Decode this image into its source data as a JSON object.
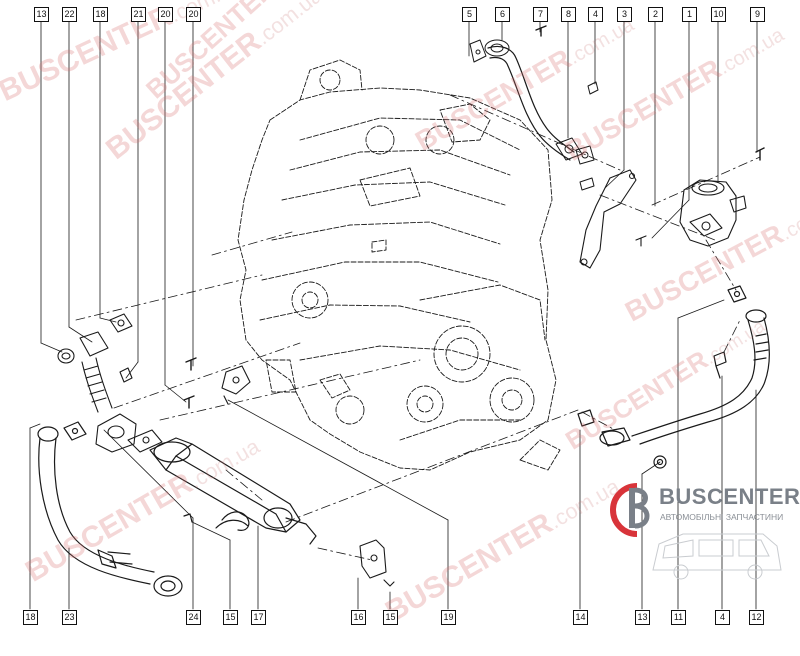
{
  "callouts_top": [
    {
      "id": "c-13-top",
      "label": "13"
    },
    {
      "id": "c-22",
      "label": "22"
    },
    {
      "id": "c-18-top",
      "label": "18"
    },
    {
      "id": "c-21",
      "label": "21"
    },
    {
      "id": "c-20-a",
      "label": "20"
    },
    {
      "id": "c-20-b",
      "label": "20"
    },
    {
      "id": "c-5",
      "label": "5"
    },
    {
      "id": "c-6",
      "label": "6"
    },
    {
      "id": "c-7",
      "label": "7"
    },
    {
      "id": "c-8",
      "label": "8"
    },
    {
      "id": "c-4-top",
      "label": "4"
    },
    {
      "id": "c-3",
      "label": "3"
    },
    {
      "id": "c-2",
      "label": "2"
    },
    {
      "id": "c-1",
      "label": "1"
    },
    {
      "id": "c-10",
      "label": "10"
    },
    {
      "id": "c-9",
      "label": "9"
    }
  ],
  "callouts_bottom": [
    {
      "id": "c-18-bot",
      "label": "18"
    },
    {
      "id": "c-23",
      "label": "23"
    },
    {
      "id": "c-24",
      "label": "24"
    },
    {
      "id": "c-15-a",
      "label": "15"
    },
    {
      "id": "c-17",
      "label": "17"
    },
    {
      "id": "c-16",
      "label": "16"
    },
    {
      "id": "c-15-b",
      "label": "15"
    },
    {
      "id": "c-19",
      "label": "19"
    },
    {
      "id": "c-14",
      "label": "14"
    },
    {
      "id": "c-13-bot",
      "label": "13"
    },
    {
      "id": "c-11",
      "label": "11"
    },
    {
      "id": "c-4-bot",
      "label": "4"
    },
    {
      "id": "c-12",
      "label": "12"
    }
  ],
  "watermark": {
    "brand": "BUSCENTER",
    "domain": ".com.ua"
  },
  "logo": {
    "name": "BUSCENTER",
    "tagline": "АВТОМОБІЛЬНІ ЗАПЧАСТИНИ"
  },
  "colors": {
    "line": "#1a1a1a",
    "watermark": "#d86e6e",
    "logo_red": "#d8343a",
    "logo_gray": "#7a8088"
  }
}
